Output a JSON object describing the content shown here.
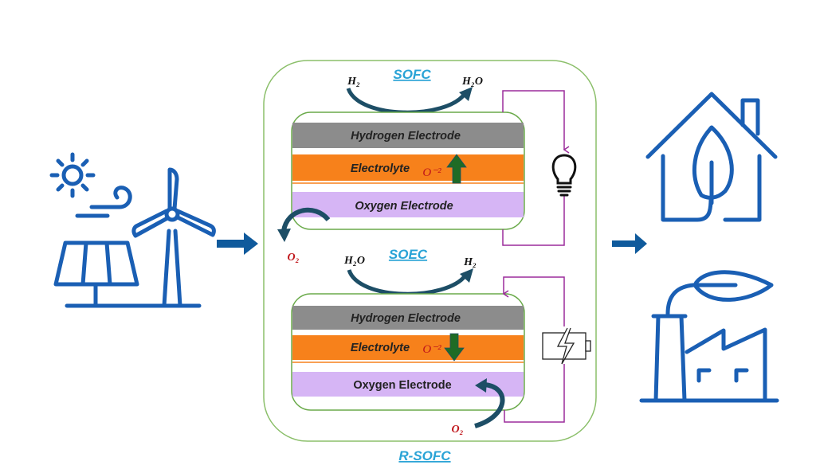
{
  "diagram": {
    "title": "R-SOFC",
    "colors": {
      "icon_blue": "#1a5fb4",
      "arrow_blue": "#0f5a9c",
      "curve_arrow": "#1d4e66",
      "title_cyan": "#29a3d6",
      "container_green": "#8bbf6a",
      "cell_green": "#6aaa4a",
      "hydrogen_electrode": "#8c8c8c",
      "electrolyte": "#f7811b",
      "oxygen_electrode": "#d6b5f5",
      "ion_arrow": "#1f6b25",
      "wire": "#9b2c9b",
      "red_label": "#c0161b"
    },
    "sofc": {
      "title": "SOFC",
      "input": "H₂",
      "output": "H₂O",
      "layers": [
        "Hydrogen Electrode",
        "Electrolyte",
        "Oxygen Electrode"
      ],
      "ion": "O⁻²",
      "ion_direction": "up",
      "oxygen_label": "O₂",
      "load_icon": "lightbulb-icon"
    },
    "soec": {
      "title": "SOEC",
      "input": "H₂O",
      "output": "H₂",
      "layers": [
        "Hydrogen Electrode",
        "Electrolyte",
        "Oxygen Electrode"
      ],
      "ion": "O⁻²",
      "ion_direction": "down",
      "oxygen_label": "O₂",
      "source_icon": "battery-charging-icon"
    },
    "left_icons": [
      "sun-icon",
      "wind-icon",
      "solar-panel-icon",
      "wind-turbine-icon"
    ],
    "right_icons": [
      "green-house-icon",
      "green-factory-icon"
    ]
  }
}
